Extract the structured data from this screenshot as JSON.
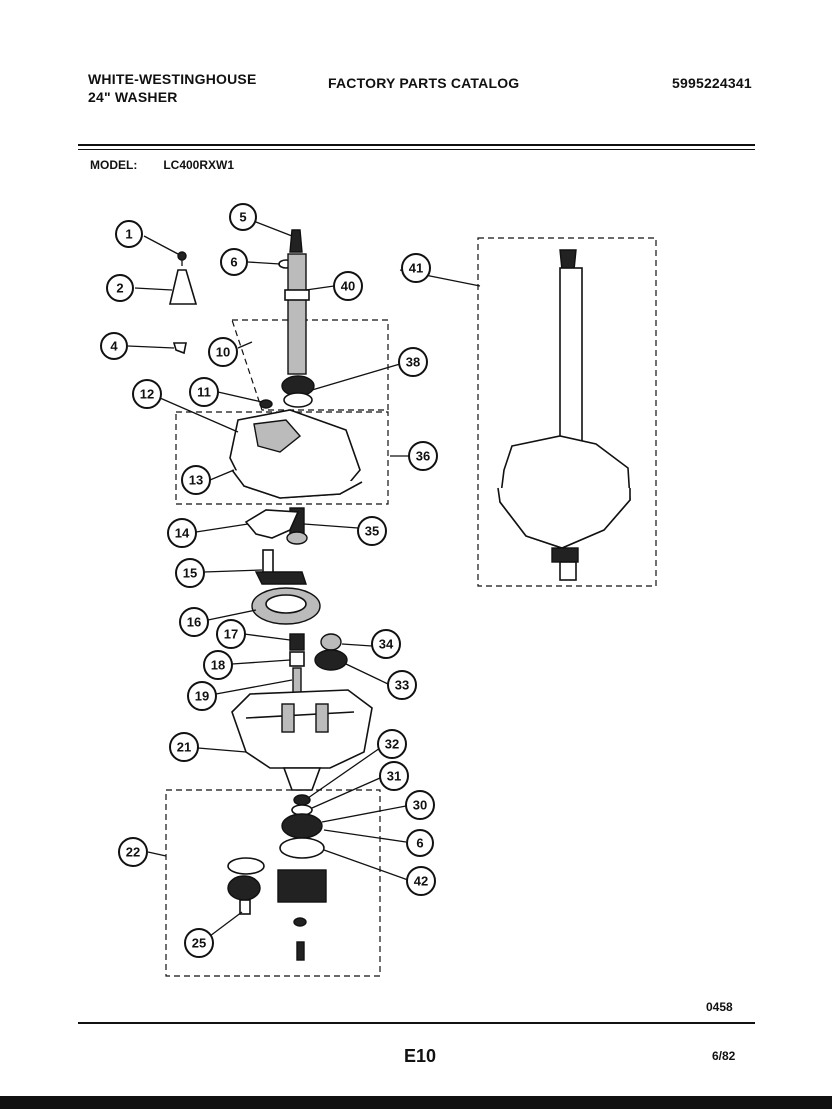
{
  "header": {
    "brand_line1": "WHITE-WESTINGHOUSE",
    "brand_line2": "24\" WASHER",
    "catalog_title": "FACTORY PARTS CATALOG",
    "catalog_number": "5995224341"
  },
  "model": {
    "label": "MODEL:",
    "value": "LC400RXW1"
  },
  "diagram": {
    "callouts": [
      "1",
      "2",
      "4",
      "5",
      "6",
      "40",
      "41",
      "10",
      "38",
      "11",
      "12",
      "36",
      "13",
      "14",
      "35",
      "15",
      "16",
      "17",
      "34",
      "18",
      "33",
      "19",
      "21",
      "32",
      "31",
      "30",
      "6",
      "22",
      "42",
      "25"
    ],
    "diagram_code": "0458"
  },
  "footer": {
    "page": "E10",
    "date": "6/82"
  }
}
